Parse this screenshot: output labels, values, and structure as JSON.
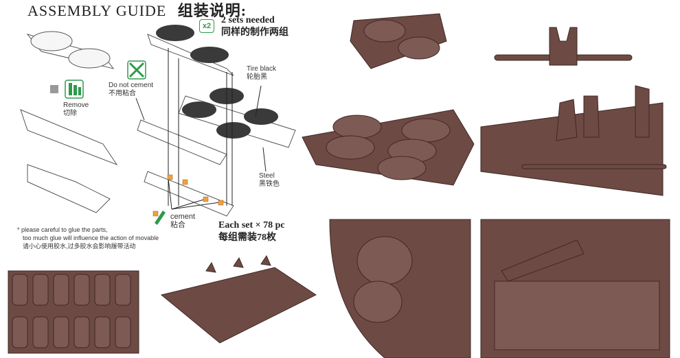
{
  "guide": {
    "title": "ASSEMBLY GUIDE",
    "title_cn": "组装说明:",
    "multiplier_badge": "x2",
    "sets_needed": "2 sets needed",
    "sets_needed_cn": "同样的制作两组",
    "remove": "Remove",
    "remove_cn": "切除",
    "do_not_cement": "Do not cement",
    "do_not_cement_cn": "不用粘合",
    "tire_black": "Tire black",
    "tire_black_cn": "轮胎黑",
    "steel": "Steel",
    "steel_cn": "黑铁色",
    "cement": "cement",
    "cement_cn": "粘合",
    "each_set": "Each set  × 78 pc",
    "each_set_cn": "每组需装78枚",
    "note_line1": "* please careful to glue the parts,",
    "note_line2": "too much glue will influence the action of movable",
    "note_line3": "请小心使用胶水,过多胶水会影响履带活动"
  },
  "colors": {
    "accent_green": "#2e9a4a",
    "cement_orange": "#f0a040",
    "part_brown": "#6e4a44",
    "tire_black": "#3a3a3a"
  }
}
